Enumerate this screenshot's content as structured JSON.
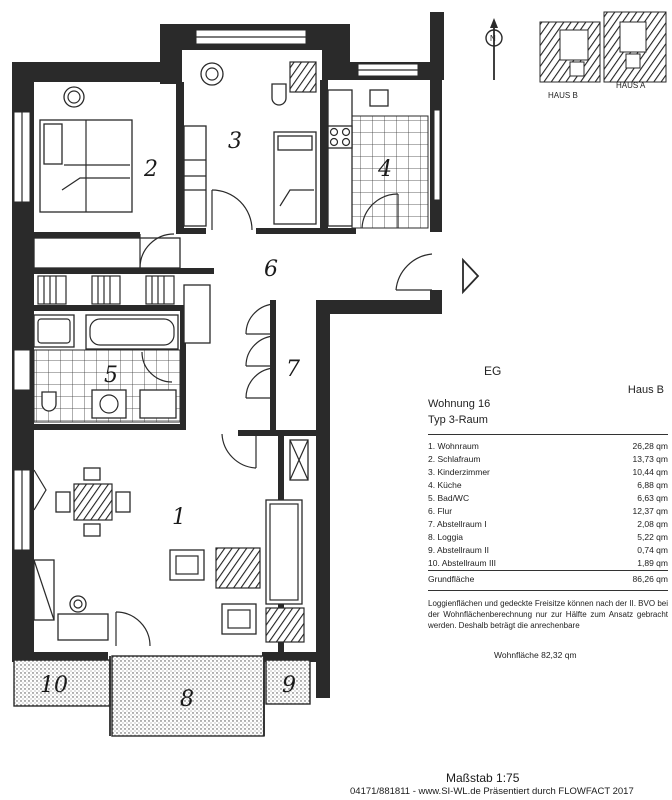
{
  "rooms": [
    {
      "n": "1",
      "label": "1"
    },
    {
      "n": "2",
      "label": "2"
    },
    {
      "n": "3",
      "label": "3"
    },
    {
      "n": "4",
      "label": "4"
    },
    {
      "n": "5",
      "label": "5"
    },
    {
      "n": "6",
      "label": "6"
    },
    {
      "n": "7",
      "label": "7"
    },
    {
      "n": "8",
      "label": "8"
    },
    {
      "n": "9",
      "label": "9"
    },
    {
      "n": "10",
      "label": "10"
    }
  ],
  "keyplan": {
    "haus_b": "HAUS B",
    "haus_a": "HAUS A",
    "north": "N"
  },
  "legend": {
    "floor": "EG",
    "building": "Haus B",
    "apartment": "Wohnung 16",
    "type": "Typ 3-Raum",
    "rows": [
      {
        "name": "1. Wohnraum",
        "value": "26,28 qm"
      },
      {
        "name": "2. Schlafraum",
        "value": "13,73 qm"
      },
      {
        "name": "3. Kinderzimmer",
        "value": "10,44 qm"
      },
      {
        "name": "4. Küche",
        "value": "6,88 qm"
      },
      {
        "name": "5. Bad/WC",
        "value": "6,63 qm"
      },
      {
        "name": "6. Flur",
        "value": "12,37 qm"
      },
      {
        "name": "7. Abstellraum I",
        "value": "2,08 qm"
      },
      {
        "name": "8. Loggia",
        "value": "5,22 qm"
      },
      {
        "name": "9. Abstellraum II",
        "value": "0,74 qm"
      },
      {
        "name": "10. Abstellraum III",
        "value": "1,89 qm"
      }
    ],
    "total_label": "Grundfläche",
    "total_value": "86,26 qm",
    "note": "Loggienflächen und gedeckte Freisitze können nach der II. BVO bei der Wohnflächenberechnung nur zur Hälfte zum Ansatz gebracht werden. Deshalb beträgt die anrechenbare",
    "wohnflaeche": "Wohnfläche 82,32 qm"
  },
  "scale": "Maßstab 1:75",
  "footer": "04171/881811 - www.SI-WL.de Präsentiert durch FLOWFACT 2017"
}
